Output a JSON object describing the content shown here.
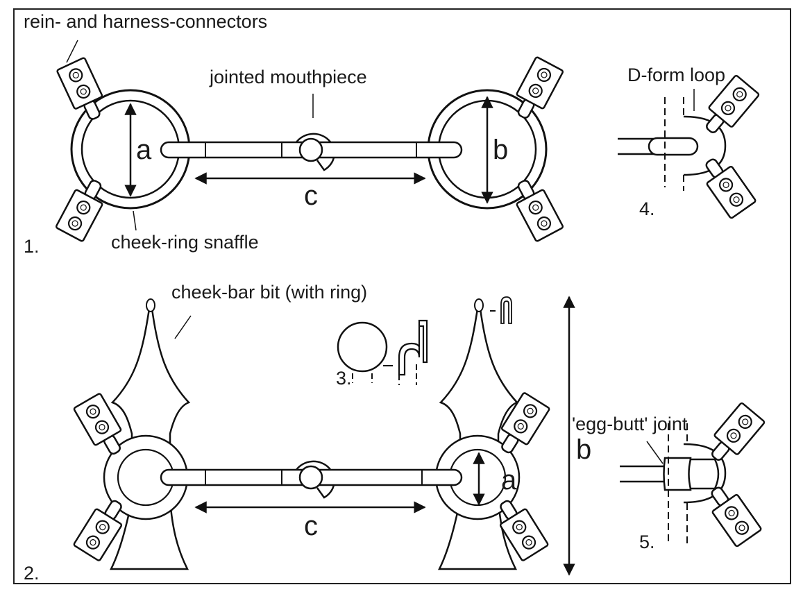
{
  "labels": {
    "rein_connectors": "rein- and harness-connectors",
    "jointed_mouthpiece": "jointed mouthpiece",
    "cheek_ring_snaffle": "cheek-ring snaffle",
    "d_form_loop": "D-form loop",
    "cheek_bar_bit": "cheek-bar bit (with ring)",
    "egg_butt_joint": "'egg-butt' joint"
  },
  "figure_numbers": {
    "fig1": "1.",
    "fig2": "2.",
    "fig3": "3.",
    "fig4": "4.",
    "fig5": "5."
  },
  "dimensions": {
    "top_a": "a",
    "top_b": "b",
    "top_c": "c",
    "bottom_a": "a",
    "bottom_b": "b",
    "bottom_c": "c"
  }
}
